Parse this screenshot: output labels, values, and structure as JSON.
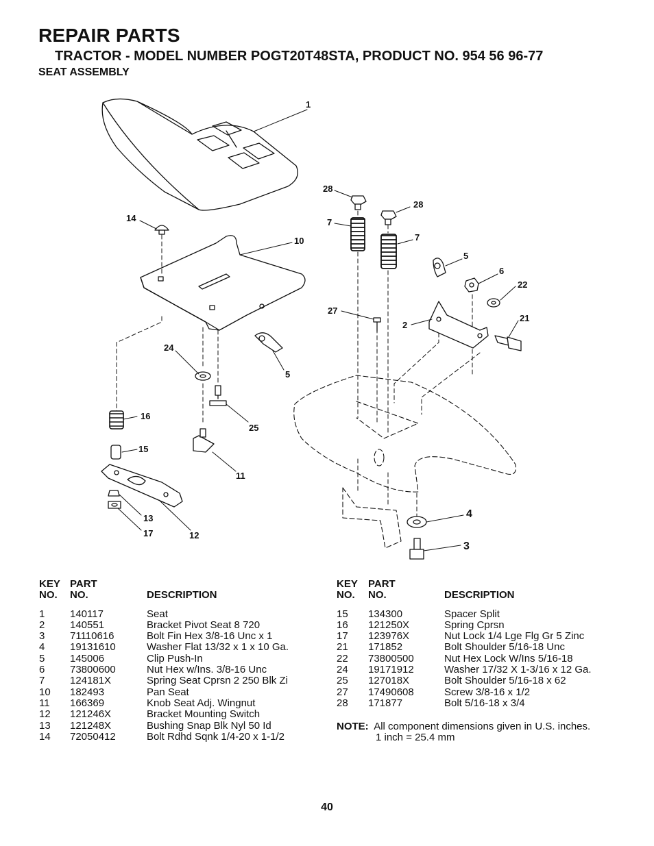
{
  "header": {
    "title": "REPAIR PARTS",
    "subtitle": "TRACTOR - MODEL NUMBER POGT20T48STA, PRODUCT NO. 954 56 96-77",
    "section": "SEAT ASSEMBLY"
  },
  "diagram": {
    "callouts": {
      "c1": "1",
      "c28a": "28",
      "c28b": "28",
      "c14": "14",
      "c7a": "7",
      "c7b": "7",
      "c10": "10",
      "c5a": "5",
      "c6": "6",
      "c22": "22",
      "c27": "27",
      "c2": "2",
      "c21": "21",
      "c24": "24",
      "c5b": "5",
      "c16": "16",
      "c25": "25",
      "c15": "15",
      "c11": "11",
      "c13": "13",
      "c17": "17",
      "c12": "12",
      "c4": "4",
      "c3": "3"
    }
  },
  "table": {
    "hdr_key": "KEY",
    "hdr_no": "NO.",
    "hdr_part": "PART",
    "hdr_partno": "NO.",
    "hdr_desc": "DESCRIPTION",
    "left": [
      {
        "key": "1",
        "part": "140117",
        "desc": "Seat"
      },
      {
        "key": "2",
        "part": "140551",
        "desc": "Bracket Pivot Seat 8 720"
      },
      {
        "key": "3",
        "part": "71110616",
        "desc": "Bolt Fin Hex 3/8-16 Unc x 1"
      },
      {
        "key": "4",
        "part": "19131610",
        "desc": "Washer Flat 13/32 x 1 x 10 Ga."
      },
      {
        "key": "5",
        "part": "145006",
        "desc": "Clip Push-In"
      },
      {
        "key": "6",
        "part": "73800600",
        "desc": "Nut Hex w/Ins. 3/8-16 Unc"
      },
      {
        "key": "7",
        "part": "124181X",
        "desc": "Spring Seat Cprsn 2 250 Blk Zi"
      },
      {
        "key": "10",
        "part": "182493",
        "desc": "Pan Seat"
      },
      {
        "key": "11",
        "part": "166369",
        "desc": "Knob Seat  Adj. Wingnut"
      },
      {
        "key": "12",
        "part": "121246X",
        "desc": "Bracket Mounting Switch"
      },
      {
        "key": "13",
        "part": "121248X",
        "desc": "Bushing Snap Blk Nyl 50 Id"
      },
      {
        "key": "14",
        "part": "72050412",
        "desc": "Bolt Rdhd Sqnk 1/4-20 x 1-1/2"
      }
    ],
    "right": [
      {
        "key": "15",
        "part": "134300",
        "desc": "Spacer Split"
      },
      {
        "key": "16",
        "part": "121250X",
        "desc": "Spring Cprsn"
      },
      {
        "key": "17",
        "part": "123976X",
        "desc": "Nut Lock 1/4 Lge Flg Gr 5 Zinc"
      },
      {
        "key": "21",
        "part": "171852",
        "desc": "Bolt Shoulder 5/16-18 Unc"
      },
      {
        "key": "22",
        "part": "73800500",
        "desc": "Nut Hex  Lock W/Ins  5/16-18"
      },
      {
        "key": "24",
        "part": "19171912",
        "desc": "Washer 17/32 X 1-3/16 x 12 Ga."
      },
      {
        "key": "25",
        "part": "127018X",
        "desc": "Bolt Shoulder 5/16-18 x 62"
      },
      {
        "key": "27",
        "part": "17490608",
        "desc": "Screw 3/8-16 x 1/2"
      },
      {
        "key": "28",
        "part": "171877",
        "desc": "Bolt 5/16-18 x 3/4"
      }
    ]
  },
  "note": {
    "label": "NOTE:",
    "line1": "All component dimensions given in U.S. inches.",
    "line2": "1 inch = 25.4 mm"
  },
  "page_number": "40"
}
